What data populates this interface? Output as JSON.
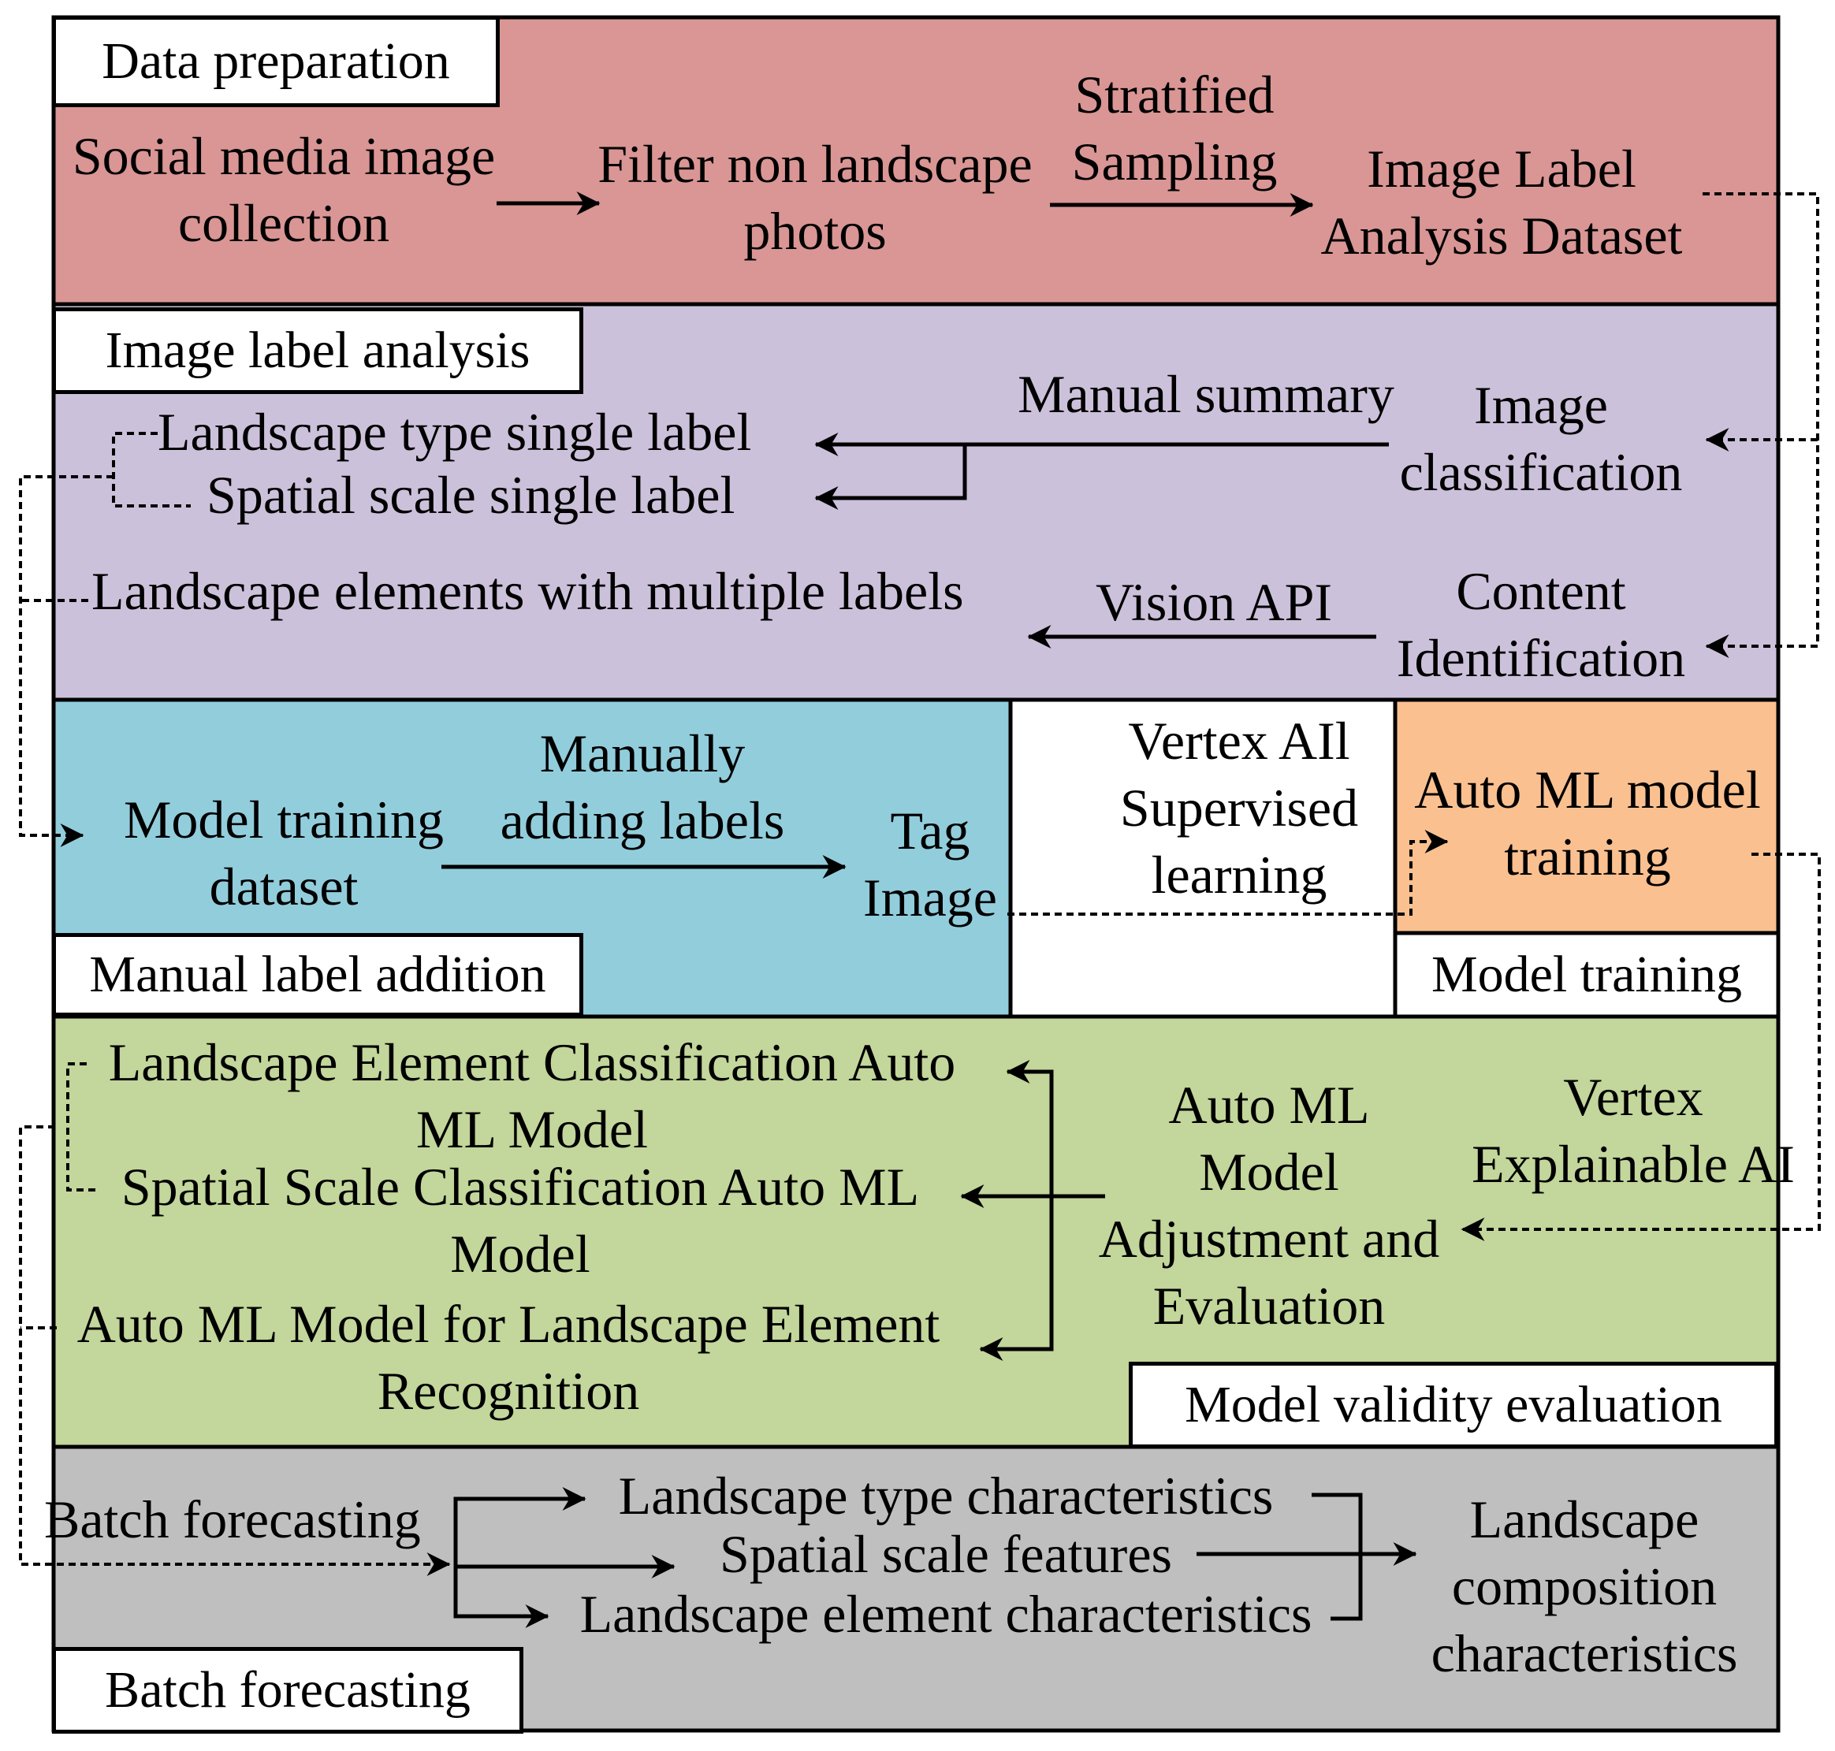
{
  "colors": {
    "data_preparation": "#d99694",
    "image_label_analysis": "#ccc1da",
    "manual_label_addition": "#92cddc",
    "vertex": "#ffffff",
    "model_training": "#fac090",
    "model_validity": "#c3d69b",
    "batch_forecasting": "#bfbfbf"
  },
  "sections": {
    "data_preparation": "Data preparation",
    "image_label_analysis": "Image label analysis",
    "manual_label_addition": "Manual label addition",
    "model_training": "Model training",
    "model_validity_evaluation": "Model validity evaluation",
    "batch_forecasting": "Batch forecasting"
  },
  "nodes": {
    "social_media": [
      "Social media image",
      "collection"
    ],
    "filter": [
      "Filter non landscape",
      "photos"
    ],
    "stratified": [
      "Stratified",
      "Sampling"
    ],
    "dataset": [
      "Image Label",
      "Analysis Dataset"
    ],
    "manual_summary": "Manual summary",
    "image_classification": [
      "Image",
      "classification"
    ],
    "landscape_type_label": "Landscape type single label",
    "spatial_scale_label": "Spatial scale single label",
    "landscape_elements_labels": "Landscape elements with multiple labels",
    "vision_api": "Vision API",
    "content_identification": [
      "Content",
      "Identification"
    ],
    "model_training_dataset": [
      "Model training",
      "dataset"
    ],
    "manually_adding": [
      "Manually",
      "adding labels"
    ],
    "tag_image": [
      "Tag",
      "Image"
    ],
    "vertex_supervised": [
      "Vertex AIl",
      "Supervised",
      "learning"
    ],
    "automl_training": [
      "Auto ML model",
      "training"
    ],
    "le_classification": [
      "Landscape Element Classification Auto",
      "ML Model"
    ],
    "ss_classification": [
      "Spatial Scale Classification Auto ML",
      "Model"
    ],
    "le_recognition": [
      "Auto ML Model for Landscape Element",
      "Recognition"
    ],
    "automl_adjustment": [
      "Auto ML",
      "Model",
      "Adjustment and",
      "Evaluation"
    ],
    "vertex_explainable": [
      "Vertex",
      "Explainable AI"
    ],
    "batch_forecasting_node": "Batch forecasting",
    "landscape_type_char": "Landscape type characteristics",
    "spatial_scale_feat": "Spatial scale features",
    "landscape_element_char": "Landscape element characteristics",
    "landscape_composition": [
      "Landscape",
      "composition",
      "characteristics"
    ]
  }
}
